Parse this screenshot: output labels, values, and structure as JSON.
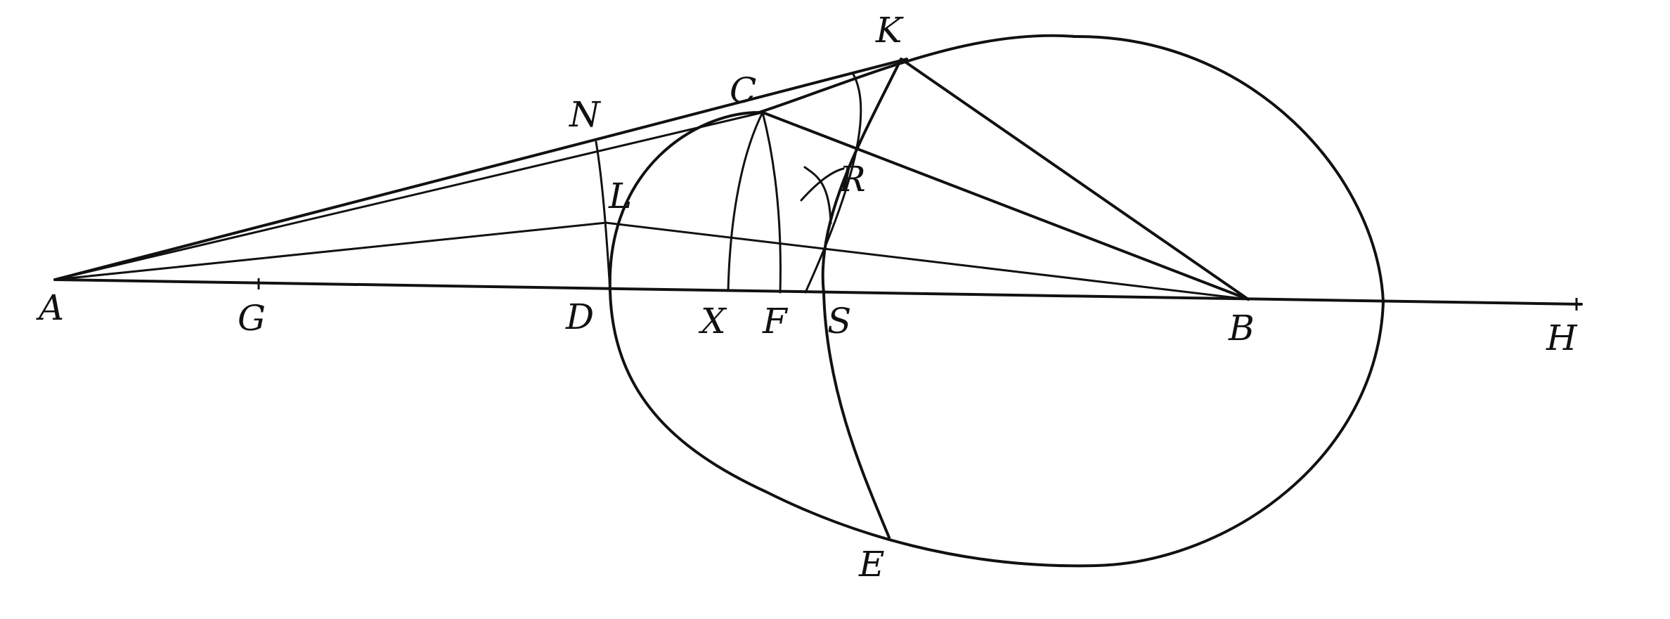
{
  "figure": {
    "points": {
      "A": "A",
      "G": "G",
      "D": "D",
      "X": "X",
      "F": "F",
      "S": "S",
      "B": "B",
      "H": "H",
      "N": "N",
      "C": "C",
      "K": "K",
      "L": "L",
      "R": "R",
      "E": "E"
    }
  }
}
